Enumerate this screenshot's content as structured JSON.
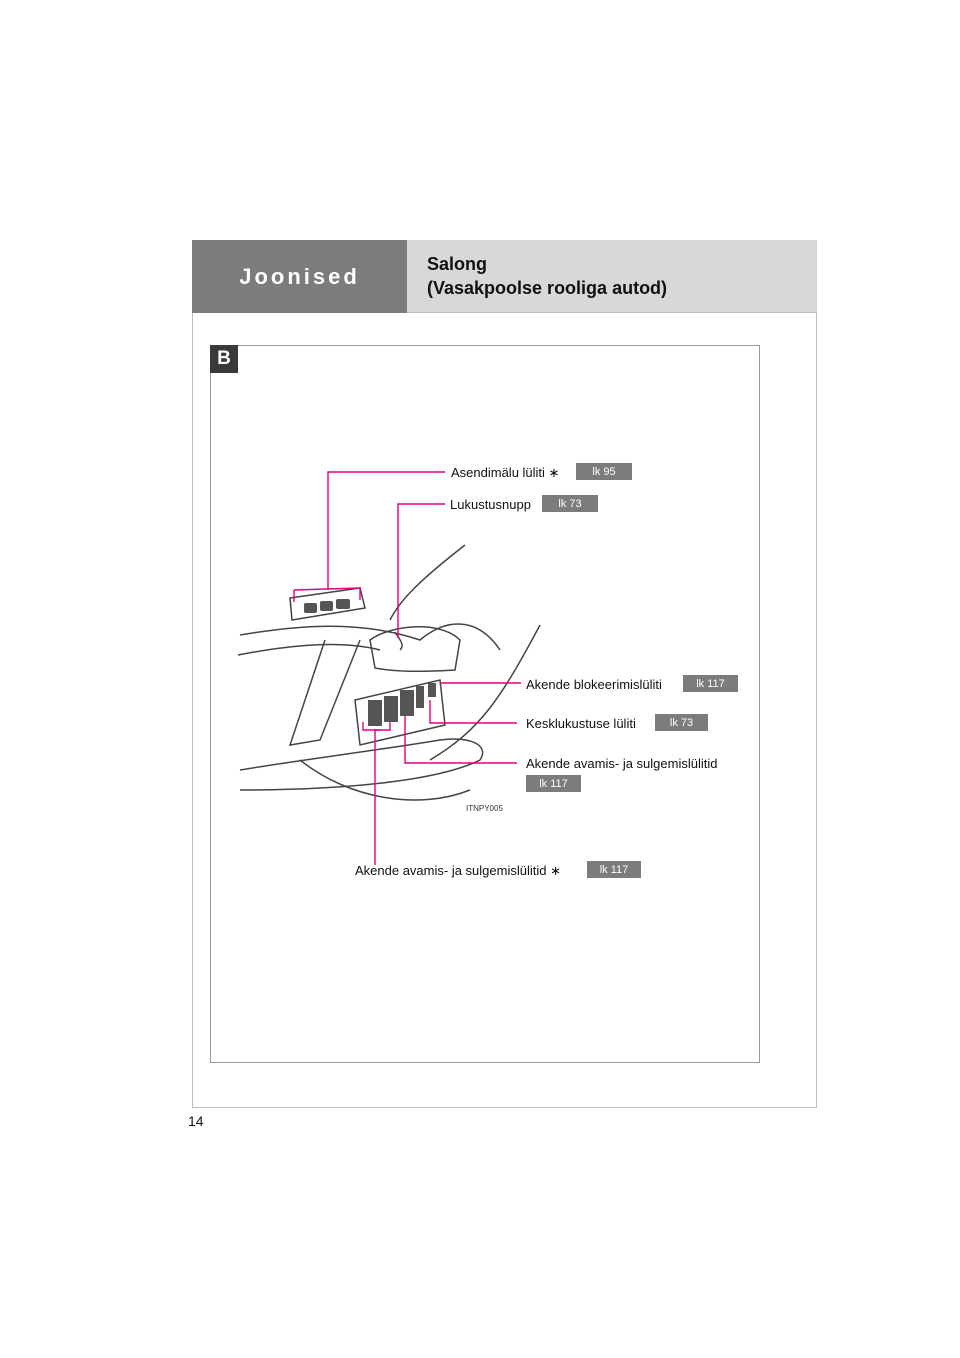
{
  "header": {
    "section": "Joonised",
    "title_line1": "Salong",
    "title_line2": "(Vasakpoolse rooliga autod)"
  },
  "panel_badge": "B",
  "callouts": [
    {
      "label": "Asendimälu  lüliti ∗",
      "ref": "lk 95"
    },
    {
      "label": "Lukustusnupp",
      "ref": "lk 73"
    },
    {
      "label": "Akende blokeerimislüliti",
      "ref": "lk 117"
    },
    {
      "label": "Kesklukustuse lüliti",
      "ref": "lk 73"
    },
    {
      "label": "Akende avamis- ja sulgemislülitid",
      "ref": "lk 117"
    },
    {
      "label": "Akende avamis- ja sulgemislülitid ∗",
      "ref": "lk 117"
    }
  ],
  "illustration_code": "ITNPY005",
  "page_number": "14",
  "colors": {
    "callout_line": "#e6007e",
    "header_dark": "#7c7c7c",
    "header_light": "#d8d8d8"
  }
}
